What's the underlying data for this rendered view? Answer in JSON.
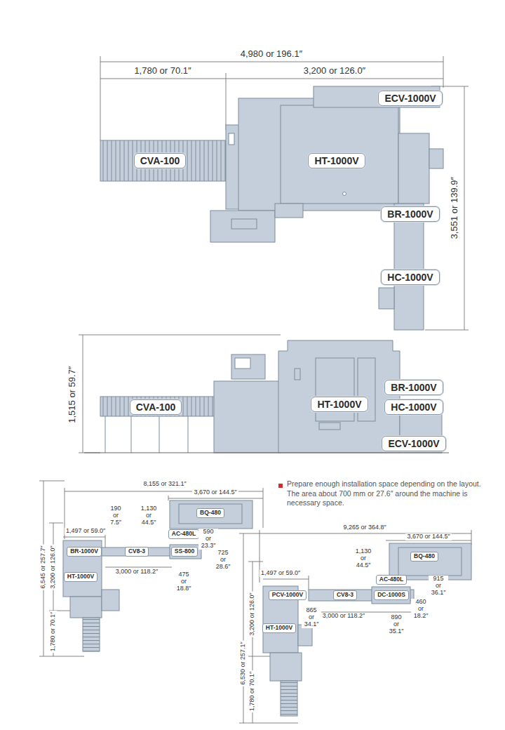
{
  "diagram": {
    "nodes": [
      {
        "text": [
          "ECV-1000V"
        ]
      },
      {
        "text": [
          "CVA-100"
        ]
      },
      {
        "text": [
          "HT-1000V"
        ]
      },
      {
        "text": [
          "BR-1000V"
        ]
      },
      {
        "text": [
          "HC-1000V"
        ]
      },
      {
        "text": [
          "CVA-100"
        ]
      },
      {
        "text": [
          "HT-1000V"
        ]
      },
      {
        "text": [
          "BR-1000V"
        ]
      },
      {
        "text": [
          "HC-1000V"
        ]
      },
      {
        "text": [
          "ECV-1000V"
        ]
      },
      {
        "text": [
          "BQ-480"
        ]
      },
      {
        "text": [
          "AC-480L"
        ]
      },
      {
        "text": [
          "BR-1000V"
        ]
      },
      {
        "text": [
          "CV8-3"
        ]
      },
      {
        "text": [
          "SS-800"
        ]
      },
      {
        "text": [
          "HT-1000V"
        ]
      },
      {
        "text": [
          "BQ-480"
        ]
      },
      {
        "text": [
          "AC-480L"
        ]
      },
      {
        "text": [
          "PCV-1000V"
        ]
      },
      {
        "text": [
          "CV8-3"
        ]
      },
      {
        "text": [
          "DC-1000S"
        ]
      },
      {
        "text": [
          "HT-1000V"
        ]
      }
    ],
    "labels": [
      "4,980 or 196.1″",
      "1,780 or 70.1″",
      "3,200 or 126.0″",
      "3,551 or 139.9″",
      "1,515 or 59.7″",
      "Prepare enough installation space depending on the layout. The area about 700 mm or 27.6″ around the machine is necessary space.",
      "8,155 or 321.1″",
      "3,670 or 144.5″",
      "190 or 7.5″",
      "1,130 or 44.5″",
      "1,497 or 59.0″",
      "590 or 23.3″",
      "725 or 28.6″",
      "3,000 or 118.2″",
      "475 or 18.8″",
      "6,545 or 257.7″",
      "3,200 or 126.0″",
      "1,780 or 70.1″",
      "9,265 or 364.8″",
      "3,670 or 144.5″",
      "1,130 or 44.5″",
      "1,497 or 59.0″",
      "915 or 36.1″",
      "460 or 18.2″",
      "865 or 34.1″",
      "3,000 or 118.2″",
      "890 or 35.1″",
      "6,530 or 257.1″",
      "3,200 or 126.0″",
      "1,780 or 70.1″"
    ]
  }
}
